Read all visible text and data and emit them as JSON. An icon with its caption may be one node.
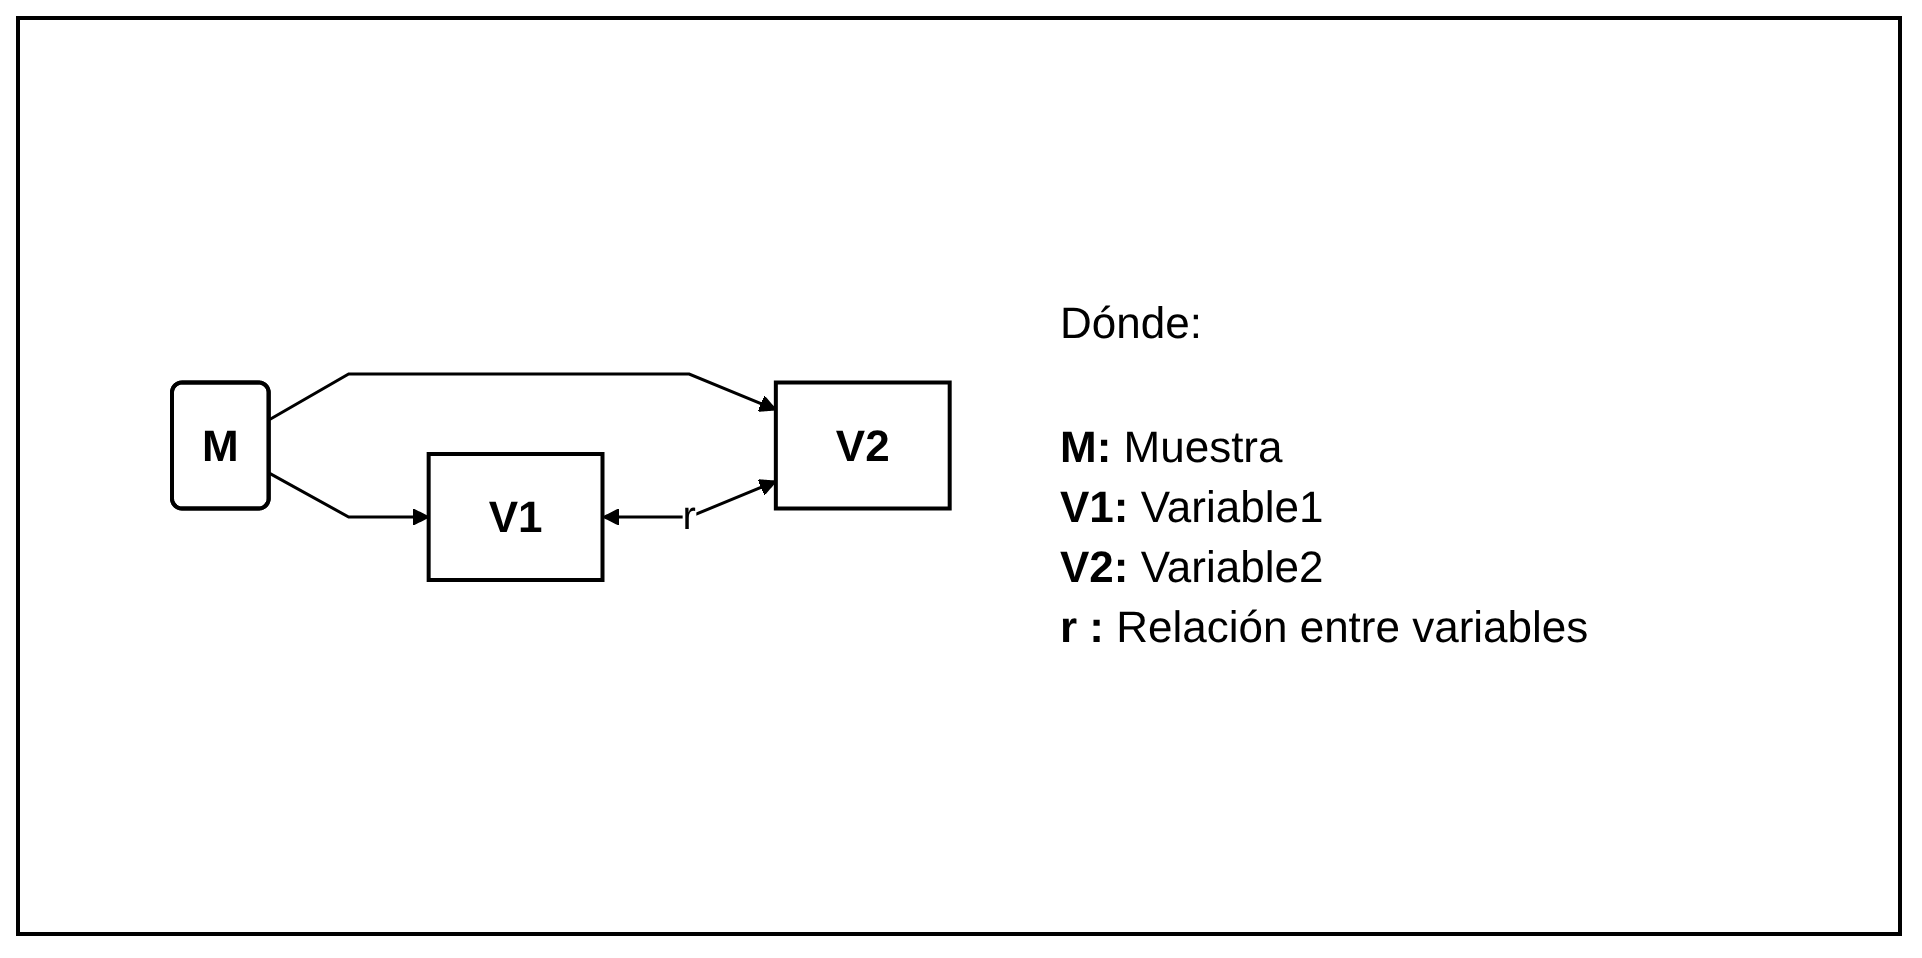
{
  "diagram": {
    "nodes": [
      {
        "text": [
          "M"
        ]
      },
      {
        "text": [
          "V1"
        ]
      },
      {
        "text": [
          "V2"
        ]
      }
    ],
    "edges": [
      {
        "from": 0,
        "to": 1,
        "arrow": "to"
      },
      {
        "from": 0,
        "to": 2,
        "arrow": "to"
      },
      {
        "from": 1,
        "to": 2,
        "arrow": "both",
        "label": "r"
      }
    ],
    "labels": [
      "Dónde:",
      "**M:** Muestra",
      "**V1:** Variable1",
      "**V2:** Variable2",
      "**r :** Relación entre variables"
    ]
  }
}
